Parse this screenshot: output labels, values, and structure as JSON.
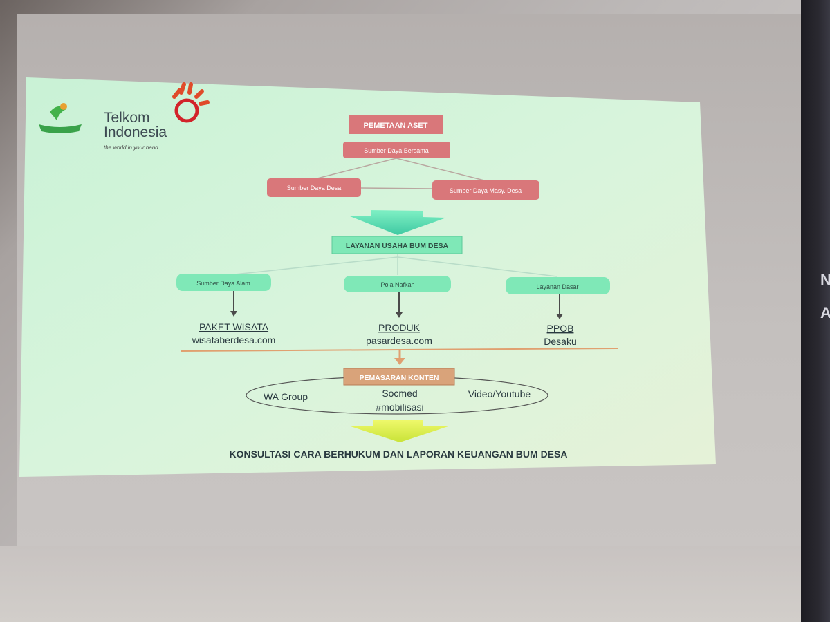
{
  "logo": {
    "company_line1": "Telkom",
    "company_line2": "Indonesia",
    "tagline": "the world in your hand"
  },
  "top": {
    "title": "PEMETAAN ASET",
    "shared": "Sumber Daya Bersama",
    "left": "Sumber Daya Desa",
    "right": "Sumber Daya Masy. Desa"
  },
  "service_header": "LAYANAN USAHA BUM DESA",
  "columns": [
    {
      "category": "Sumber Daya Alam",
      "product": "PAKET WISATA",
      "channel": "wisataberdesa.com"
    },
    {
      "category": "Pola Nafkah",
      "product": "PRODUK",
      "channel": "pasardesa.com"
    },
    {
      "category": "Layanan Dasar",
      "product": "PPOB",
      "channel": "Desaku"
    }
  ],
  "marketing": {
    "header": "PEMASARAN KONTEN",
    "left": "WA Group",
    "center": "Socmed",
    "tag": "#mobilisasi",
    "right": "Video/Youtube"
  },
  "footer": "KONSULTASI CARA BERHUKUM DAN LAPORAN KEUANGAN BUM DESA",
  "colors": {
    "red_box": "#d9777a",
    "green_box": "#7fe8b7",
    "orange": "#e0a070",
    "slide_bg": "#d6f2d9",
    "arrow_green": "#4fd6b0",
    "arrow_yellow": "#d6ee4a"
  },
  "edge_glyphs": [
    "N",
    "A"
  ]
}
